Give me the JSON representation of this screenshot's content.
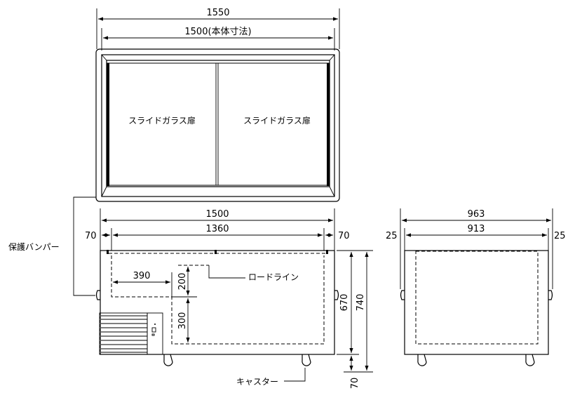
{
  "top_view": {
    "dim_overall": "1550",
    "dim_body": "1500(本体寸法)",
    "door_left_label": "スライドガラス扉",
    "door_right_label": "スライドガラス扉"
  },
  "front_view": {
    "dim_width": "1500",
    "dim_inner": "1360",
    "dim_left_margin": "70",
    "dim_right_margin": "70",
    "dim_390": "390",
    "dim_200": "200",
    "dim_300": "300",
    "dim_670": "670",
    "dim_740": "740",
    "dim_70_bottom": "70",
    "load_line_label": "ロードライン",
    "bumper_label": "保護バンパー",
    "caster_label": "キャスター"
  },
  "side_view": {
    "dim_overall": "963",
    "dim_body": "913",
    "dim_left": "25",
    "dim_right": "25"
  }
}
